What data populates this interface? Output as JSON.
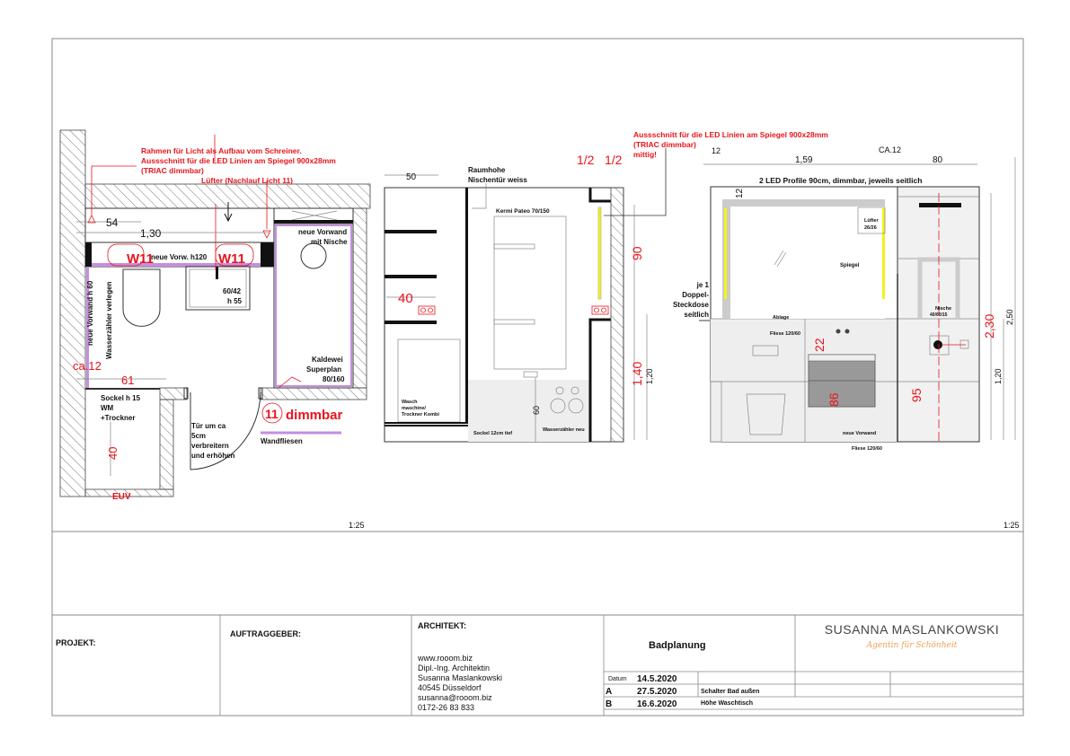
{
  "scale_labels": [
    "1:25",
    "1:25"
  ],
  "plan": {
    "note1": [
      "Rahmen für Licht als Aufbau vom Schreiner.",
      "Aussschnitt für die LED Linien am Spiegel 900x28mm",
      "(TRIAC dimmbar)"
    ],
    "luefter": "Lüfter (Nachlauf Licht 11)",
    "dims": {
      "d54": "54",
      "d130": "1,30",
      "ca12": "ca.12",
      "d61": "61",
      "d40": "40"
    },
    "w11": "W11",
    "vorw_h120": "neue Vorw. h120",
    "sink": [
      "60/42",
      "h 55"
    ],
    "vorwand_nische": [
      "neue Vorwand",
      "mit Nische"
    ],
    "vorwand_h60": "neue Vorwand h 60",
    "wasserzaehler": "Wasserzähler verlegen",
    "shower": [
      "Kaldewei",
      "Superplan",
      "80/160"
    ],
    "sockel": [
      "Sockel h 15",
      "WM",
      "+Trockner"
    ],
    "door": [
      "Tür um ca",
      "5cm",
      "verbreitern",
      "und erhöhen"
    ],
    "light_num": "11",
    "dimmbar": "dimmbar",
    "wandfliesen": "Wandfliesen",
    "cut_label": "EUV"
  },
  "elev1": {
    "d50": "50",
    "door_note": [
      "Raumhohe",
      "Nischentür weiss"
    ],
    "radiator": "Kermi Pateo 70/150",
    "d40": "40",
    "washer": [
      "Wasch",
      "maschine/",
      "Trockner Kombi"
    ],
    "sockel": "Sockel 12cm tief",
    "wasserzaehler": "Wasserzähler neu",
    "d60": "60",
    "half1": "1/2",
    "half2": "1/2",
    "d90": "90",
    "d140": "1,40",
    "d120": "1,20",
    "led_note": [
      "Aussschnitt für die LED Linien am Spiegel 900x28mm",
      "(TRIAC dimmbar)",
      "mittig!"
    ]
  },
  "elev2": {
    "d12a": "12",
    "d159": "1,59",
    "ca12": "CA.12",
    "d80": "80",
    "led_title": "2 LED Profile 90cm, dimmbar, jeweils seitlich",
    "d12b": "12",
    "luefter": [
      "Lüfter",
      "26/26"
    ],
    "spiegel": "Spiegel",
    "steckdose": [
      "je 1",
      "Doppel-",
      "Steckdose",
      "seitlich"
    ],
    "ablage": "Ablage",
    "fliese1": "Fliese 120/60",
    "nische": [
      "Nische",
      "40/60/15"
    ],
    "d22": "22",
    "d86": "86",
    "d95": "95",
    "d230": "2,30",
    "d250": "2,50",
    "d120": "1,20",
    "vorwand": "neue Vorwand",
    "fliese2": "Fliese 120/60"
  },
  "titleblock": {
    "projekt": "PROJEKT:",
    "auftraggeber": "AUFTRAGGEBER:",
    "architekt": "ARCHITEKT:",
    "architect_lines": [
      "www.rooom.biz",
      "Dipl.-Ing. Architektin",
      "Susanna Maslankowski",
      "40545 Düsseldorf",
      "susanna@rooom.biz",
      "0172-26 83 833"
    ],
    "title": "Badplanung",
    "logo_name": "SUSANNA MASLANKOWSKI",
    "logo_tagline": "Agentin für Schönheit",
    "datum_label": "Datum",
    "datum": "14.5.2020",
    "revisions": [
      {
        "id": "A",
        "date": "27.5.2020",
        "note": "Schalter Bad außen"
      },
      {
        "id": "B",
        "date": "16.6.2020",
        "note": "Höhe Waschtisch"
      }
    ]
  },
  "colors": {
    "red": "#e8141c",
    "purple": "#c48ee0",
    "led": "#f4f21a",
    "logo_orange": "#f0a050"
  }
}
